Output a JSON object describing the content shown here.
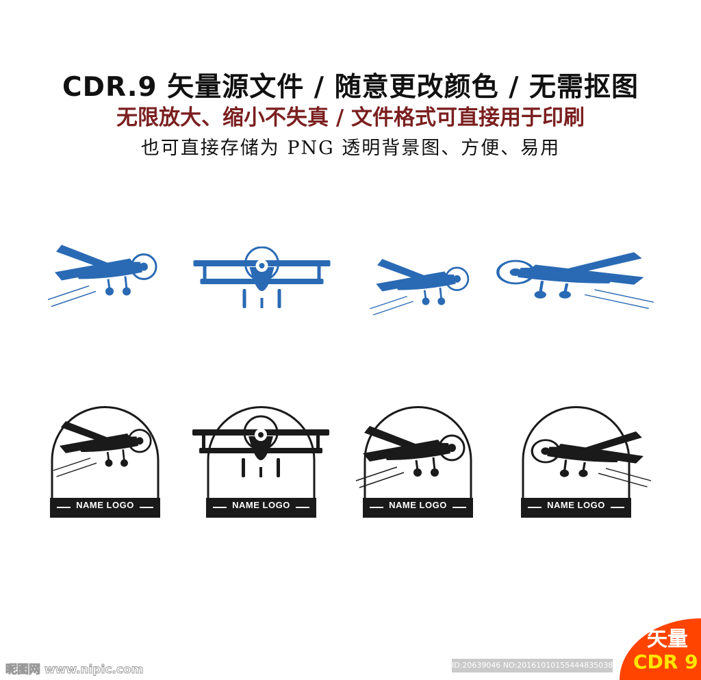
{
  "header": {
    "line1": "CDR.9 矢量源文件 / 随意更改颜色 / 无需抠图",
    "line2": "无限放大、缩小不失真 / 文件格式可直接用于印刷",
    "line3": "也可直接存储为 PNG 透明背景图、方便、易用"
  },
  "colors": {
    "plane_blue": "#2a6ab4",
    "title_red": "#7b1f1f",
    "badge_black": "#1a1a1a",
    "corner_orange": "#ff4400"
  },
  "badges": [
    {
      "label": "NAME LOGO"
    },
    {
      "label": "NAME LOGO"
    },
    {
      "label": "NAME LOGO"
    },
    {
      "label": "NAME LOGO"
    }
  ],
  "watermark": {
    "site": "昵图网 www.nipic.com",
    "id": "ID:20639046 NO:20161010155444835038"
  },
  "corner_badge": {
    "line1": "矢量",
    "line2": "CDR 9"
  }
}
